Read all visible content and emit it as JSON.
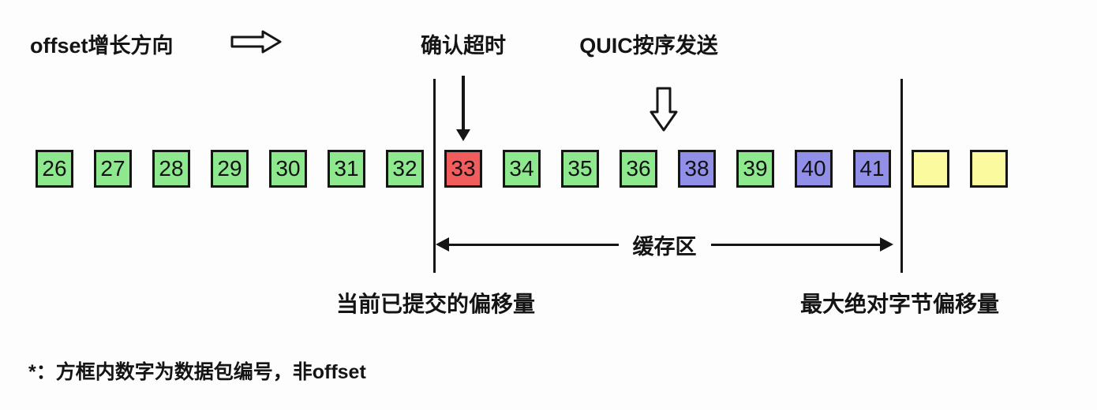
{
  "labels": {
    "offset_direction": "offset增长方向",
    "ack_timeout": "确认超时",
    "quic_in_order": "QUIC按序发送",
    "buffer_zone": "缓存区",
    "current_committed_offset": "当前已提交的偏移量",
    "max_absolute_byte_offset": "最大绝对字节偏移量",
    "footnote": "*：方框内数字为数据包编号，非offset"
  },
  "colors": {
    "green": "#8ee88e",
    "red": "#f15c5c",
    "purple": "#928fe9",
    "yellow": "#fbfa9e"
  },
  "boxes": [
    {
      "label": "26",
      "color": "green"
    },
    {
      "label": "27",
      "color": "green"
    },
    {
      "label": "28",
      "color": "green"
    },
    {
      "label": "29",
      "color": "green"
    },
    {
      "label": "30",
      "color": "green"
    },
    {
      "label": "31",
      "color": "green"
    },
    {
      "label": "32",
      "color": "green"
    },
    {
      "label": "33",
      "color": "red"
    },
    {
      "label": "34",
      "color": "green"
    },
    {
      "label": "35",
      "color": "green"
    },
    {
      "label": "36",
      "color": "green"
    },
    {
      "label": "38",
      "color": "purple"
    },
    {
      "label": "39",
      "color": "green"
    },
    {
      "label": "40",
      "color": "purple"
    },
    {
      "label": "41",
      "color": "purple"
    },
    {
      "label": "",
      "color": "yellow"
    },
    {
      "label": "",
      "color": "yellow"
    }
  ]
}
